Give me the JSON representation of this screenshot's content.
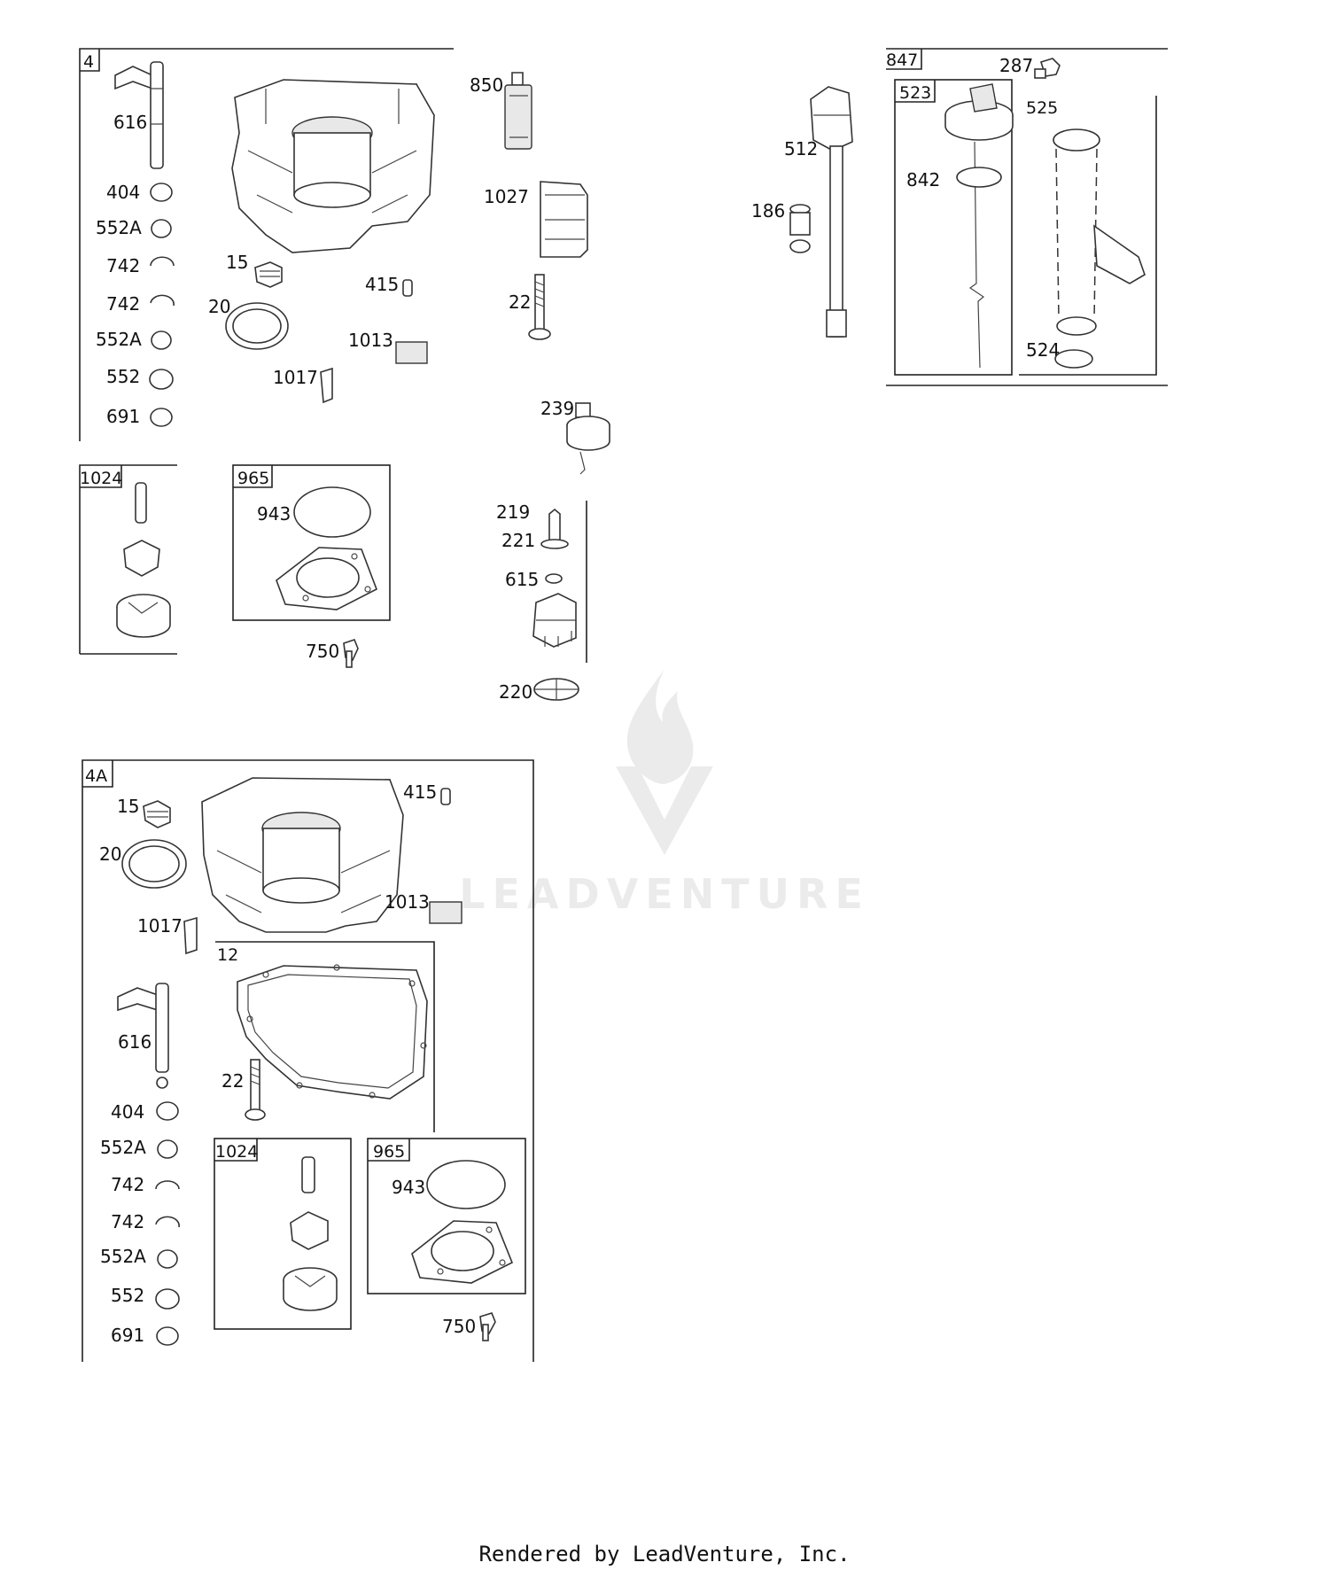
{
  "footer": "Rendered by LeadVenture, Inc.",
  "watermark": {
    "text": "LEADVENTURE",
    "color": "#d8d8d8"
  },
  "group_4": {
    "title": "4",
    "labels": {
      "l616": "616",
      "l404": "404",
      "l552a_1": "552A",
      "l742_1": "742",
      "l742_2": "742",
      "l552a_2": "552A",
      "l552": "552",
      "l691": "691",
      "l15": "15",
      "l20": "20",
      "l415": "415",
      "l1013": "1013",
      "l1017": "1017"
    }
  },
  "group_1024": {
    "title": "1024"
  },
  "group_965": {
    "title": "965",
    "labels": {
      "l943": "943",
      "l750": "750"
    }
  },
  "loose_parts": {
    "l850": "850",
    "l1027": "1027",
    "l22": "22",
    "l239": "239",
    "l219": "219",
    "l221": "221",
    "l615": "615",
    "l220": "220",
    "l512": "512",
    "l186": "186"
  },
  "group_847": {
    "title": "847",
    "l287": "287",
    "sub_523": {
      "title": "523",
      "l842": "842"
    },
    "sub_525": {
      "title": "525",
      "l524": "524"
    }
  },
  "group_4a": {
    "title": "4A",
    "labels": {
      "l15": "15",
      "l415": "415",
      "l20": "20",
      "l1013": "1013",
      "l1017": "1017",
      "l616": "616",
      "l22": "22",
      "l404": "404",
      "l552a_1": "552A",
      "l742_1": "742",
      "l742_2": "742",
      "l552a_2": "552A",
      "l552": "552",
      "l691": "691",
      "l943": "943",
      "l750": "750"
    },
    "sub_12": {
      "title": "12"
    },
    "sub_1024": {
      "title": "1024"
    },
    "sub_965": {
      "title": "965"
    }
  }
}
